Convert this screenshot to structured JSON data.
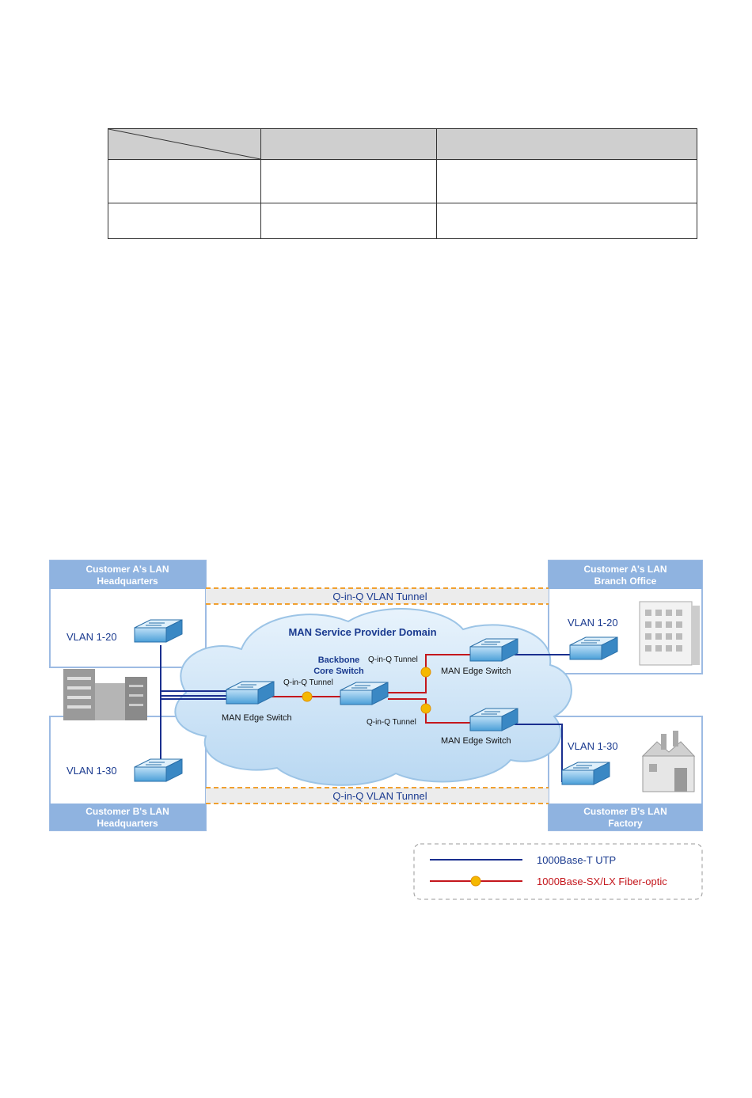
{
  "table": {
    "header": [
      "",
      "",
      ""
    ],
    "rows": [
      [
        "",
        "",
        ""
      ],
      [
        "",
        "",
        ""
      ]
    ]
  },
  "diagram": {
    "boxes": {
      "a_hq": [
        "Customer A's LAN",
        "Headquarters"
      ],
      "a_branch": [
        "Customer A's LAN",
        "Branch Office"
      ],
      "b_hq": [
        "Customer B's LAN",
        "Headquarters"
      ],
      "b_factory": [
        "Customer B's LAN",
        "Factory"
      ]
    },
    "vlans": {
      "a_hq": "VLAN 1-20",
      "b_hq": "VLAN 1-30",
      "a_branch": "VLAN 1-20",
      "b_factory": "VLAN 1-30"
    },
    "tunnel_top": "Q-in-Q VLAN Tunnel",
    "tunnel_bottom": "Q-in-Q VLAN Tunnel",
    "cloud_title": "MAN Service Provider Domain",
    "backbone": [
      "Backbone",
      "Core Switch"
    ],
    "qinq_left": "Q-in-Q Tunnel",
    "qinq_top_right": "Q-in-Q Tunnel",
    "qinq_bottom_right": "Q-in-Q Tunnel",
    "edge_left": "MAN Edge Switch",
    "edge_top_right": "MAN Edge Switch",
    "edge_bottom_right": "MAN Edge Switch",
    "legend": {
      "utp": "1000Base-T UTP",
      "fiber": "1000Base-SX/LX Fiber-optic"
    },
    "colors": {
      "box_header": "#8fb3e0",
      "utp_line": "#1a2f8f",
      "fiber_line": "#c4171d",
      "tunnel_dash": "#f0a030",
      "cloud": "#cfe3f5",
      "label_blue": "#1a3a8f"
    }
  }
}
